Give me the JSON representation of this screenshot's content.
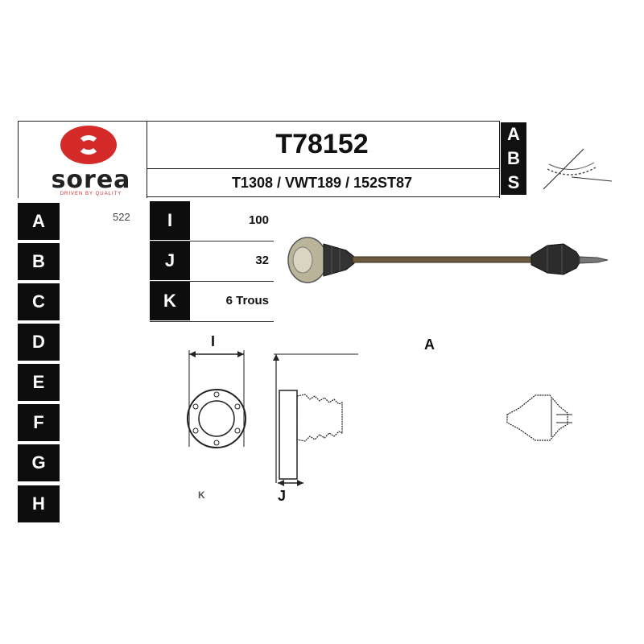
{
  "brand": {
    "name": "sorea",
    "tagline": "DRIVEN BY QUALITY"
  },
  "part_number": "T78152",
  "references": "T1308 / VWT189 / 152ST87",
  "abs_letters": [
    "A",
    "B",
    "S"
  ],
  "row_letters": [
    "A",
    "B",
    "C",
    "D",
    "E",
    "F",
    "G",
    "H"
  ],
  "a_value": "522",
  "dimensions": [
    {
      "key": "I",
      "value": "100"
    },
    {
      "key": "J",
      "value": "32"
    },
    {
      "key": "K",
      "value": "6 Trous"
    }
  ],
  "drawing_labels": {
    "i": "I",
    "a": "A",
    "j": "J",
    "k": "K"
  }
}
